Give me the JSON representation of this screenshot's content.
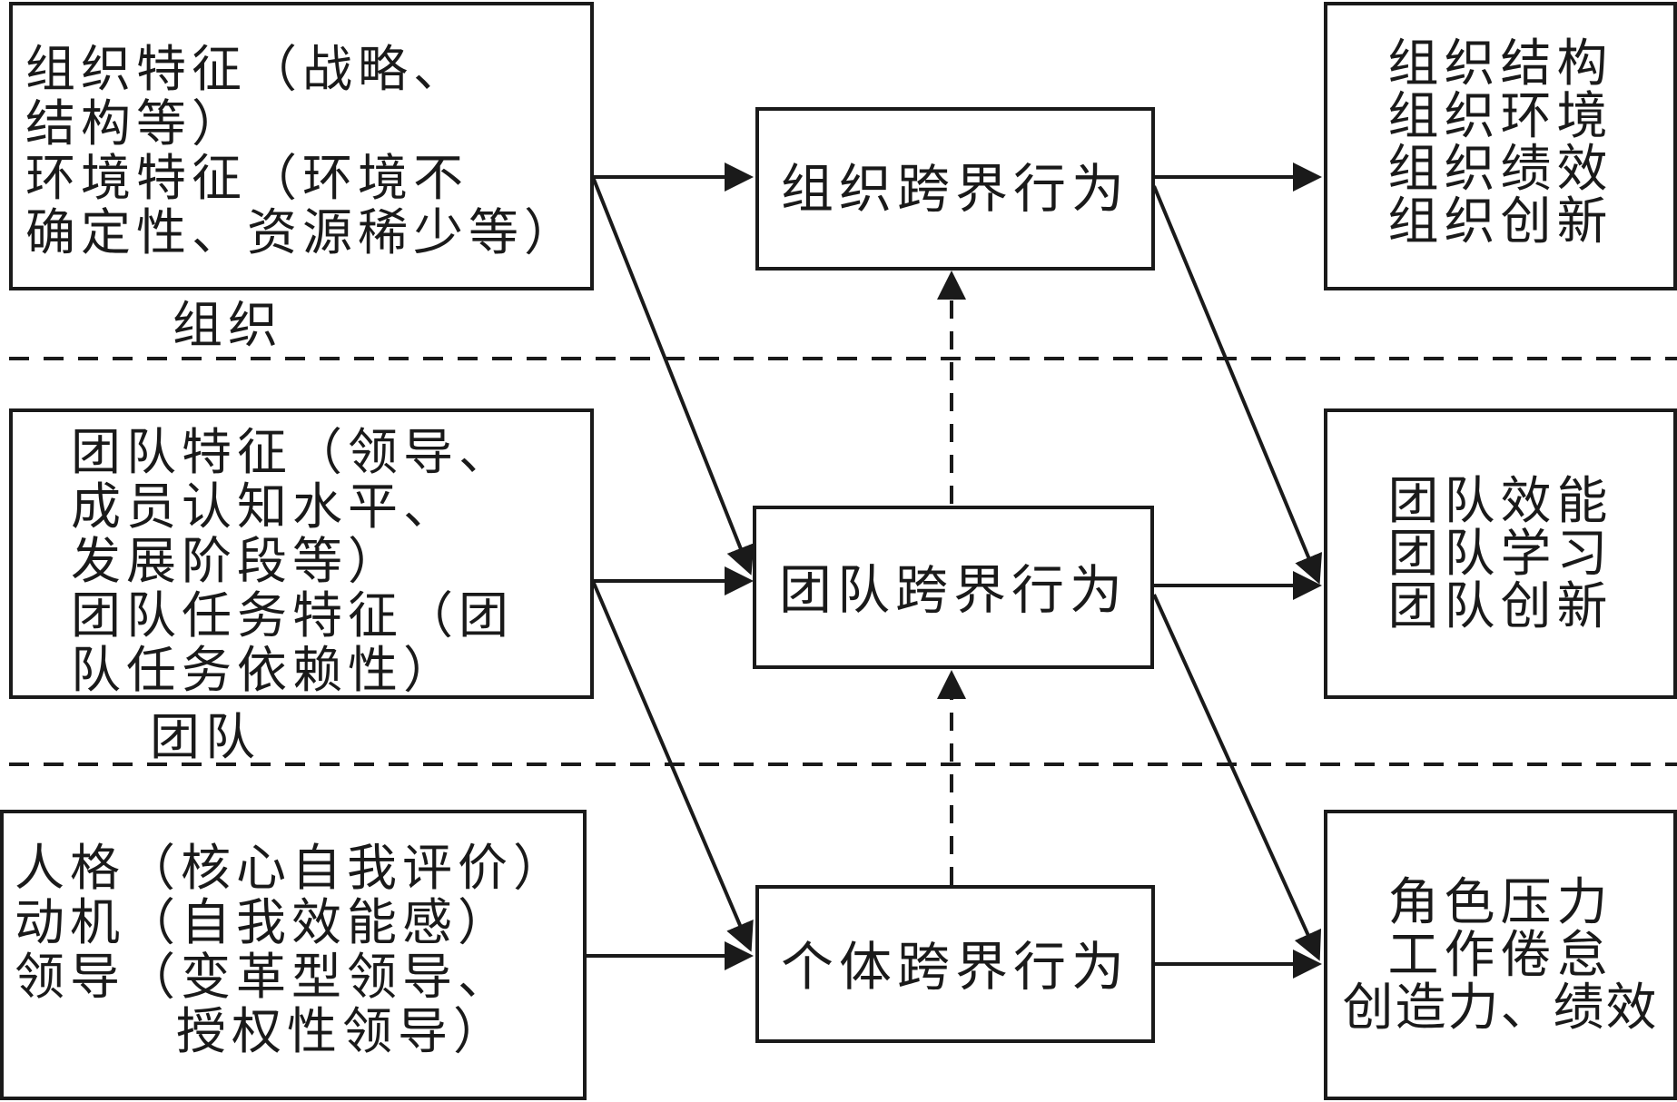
{
  "left_boxes": {
    "organization": {
      "lines": [
        "组织特征（战略、",
        "结构等）",
        "环境特征（环境不",
        "确定性、资源稀少等）"
      ]
    },
    "team": {
      "lines": [
        "团队特征（领导、",
        "成员认知水平、",
        "发展阶段等）",
        "团队任务特征（团",
        "队任务依赖性）"
      ]
    },
    "individual": {
      "lines": [
        "人格（核心自我评价）",
        "动机（自我效能感）",
        "领导（变革型领导、",
        "授权性领导）"
      ]
    }
  },
  "middle_boxes": {
    "organization": {
      "label": "组织跨界行为"
    },
    "team": {
      "label": "团队跨界行为"
    },
    "individual": {
      "label": "个体跨界行为"
    }
  },
  "right_boxes": {
    "organization": {
      "lines": [
        "组织结构",
        "组织环境",
        "组织绩效",
        "组织创新"
      ]
    },
    "team": {
      "lines": [
        "团队效能",
        "团队学习",
        "团队创新"
      ]
    },
    "individual": {
      "lines": [
        "角色压力",
        "工作倦怠",
        "创造力、绩效"
      ]
    }
  },
  "layer_labels": {
    "organization": "组织",
    "team": "团队"
  },
  "colors": {
    "stroke": "#1a1a1a",
    "background": "#ffffff"
  }
}
